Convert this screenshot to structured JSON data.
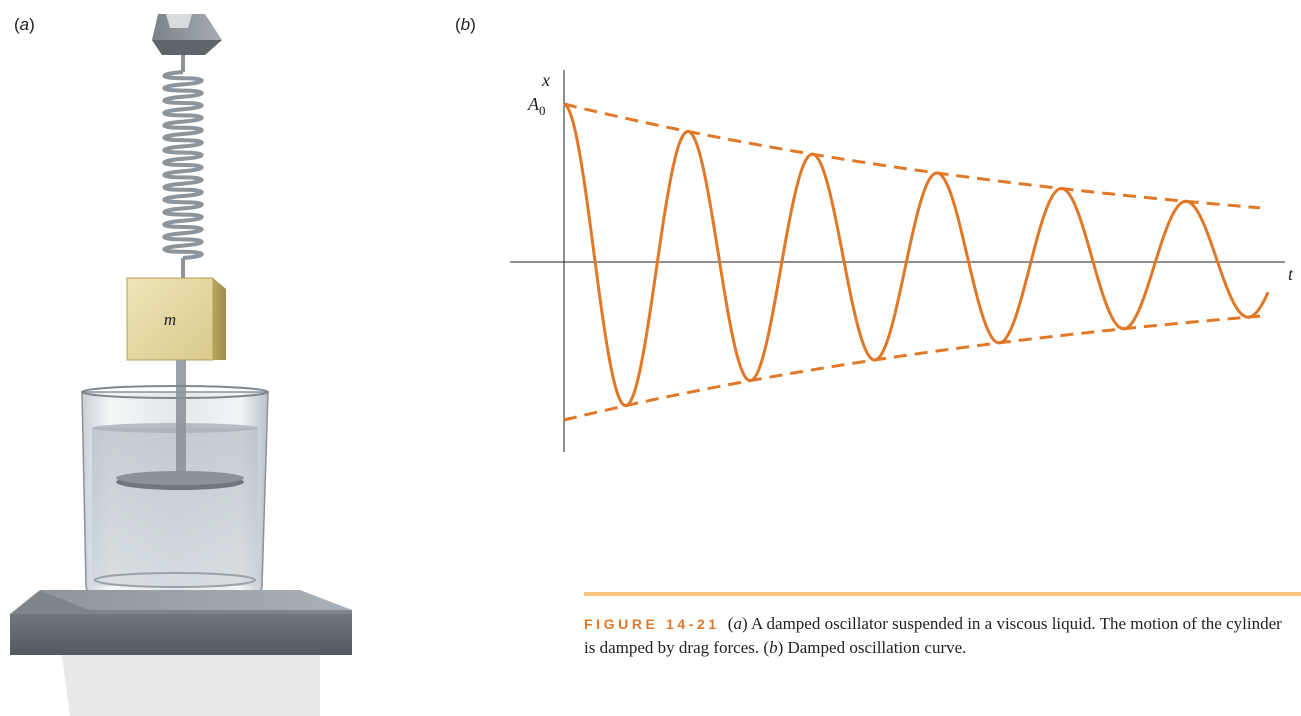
{
  "panels": {
    "a": "(a)",
    "b": "(b)"
  },
  "apparatus": {
    "mass_label": "m"
  },
  "graph": {
    "y_axis_label": "x",
    "amplitude_label_base": "A",
    "amplitude_label_sub": "0",
    "x_axis_label": "t",
    "curve_color": "#e07828",
    "envelope_color": "#e07828",
    "envelope_style": "dashed"
  },
  "caption": {
    "figure_number": "FIGURE 14-21",
    "part_a_tag": "a",
    "part_a_text": "A damped oscillator suspended in a viscous liquid. The motion of the cylinder is damped by drag forces.",
    "part_b_tag": "b",
    "part_b_text": "Damped oscillation curve."
  }
}
